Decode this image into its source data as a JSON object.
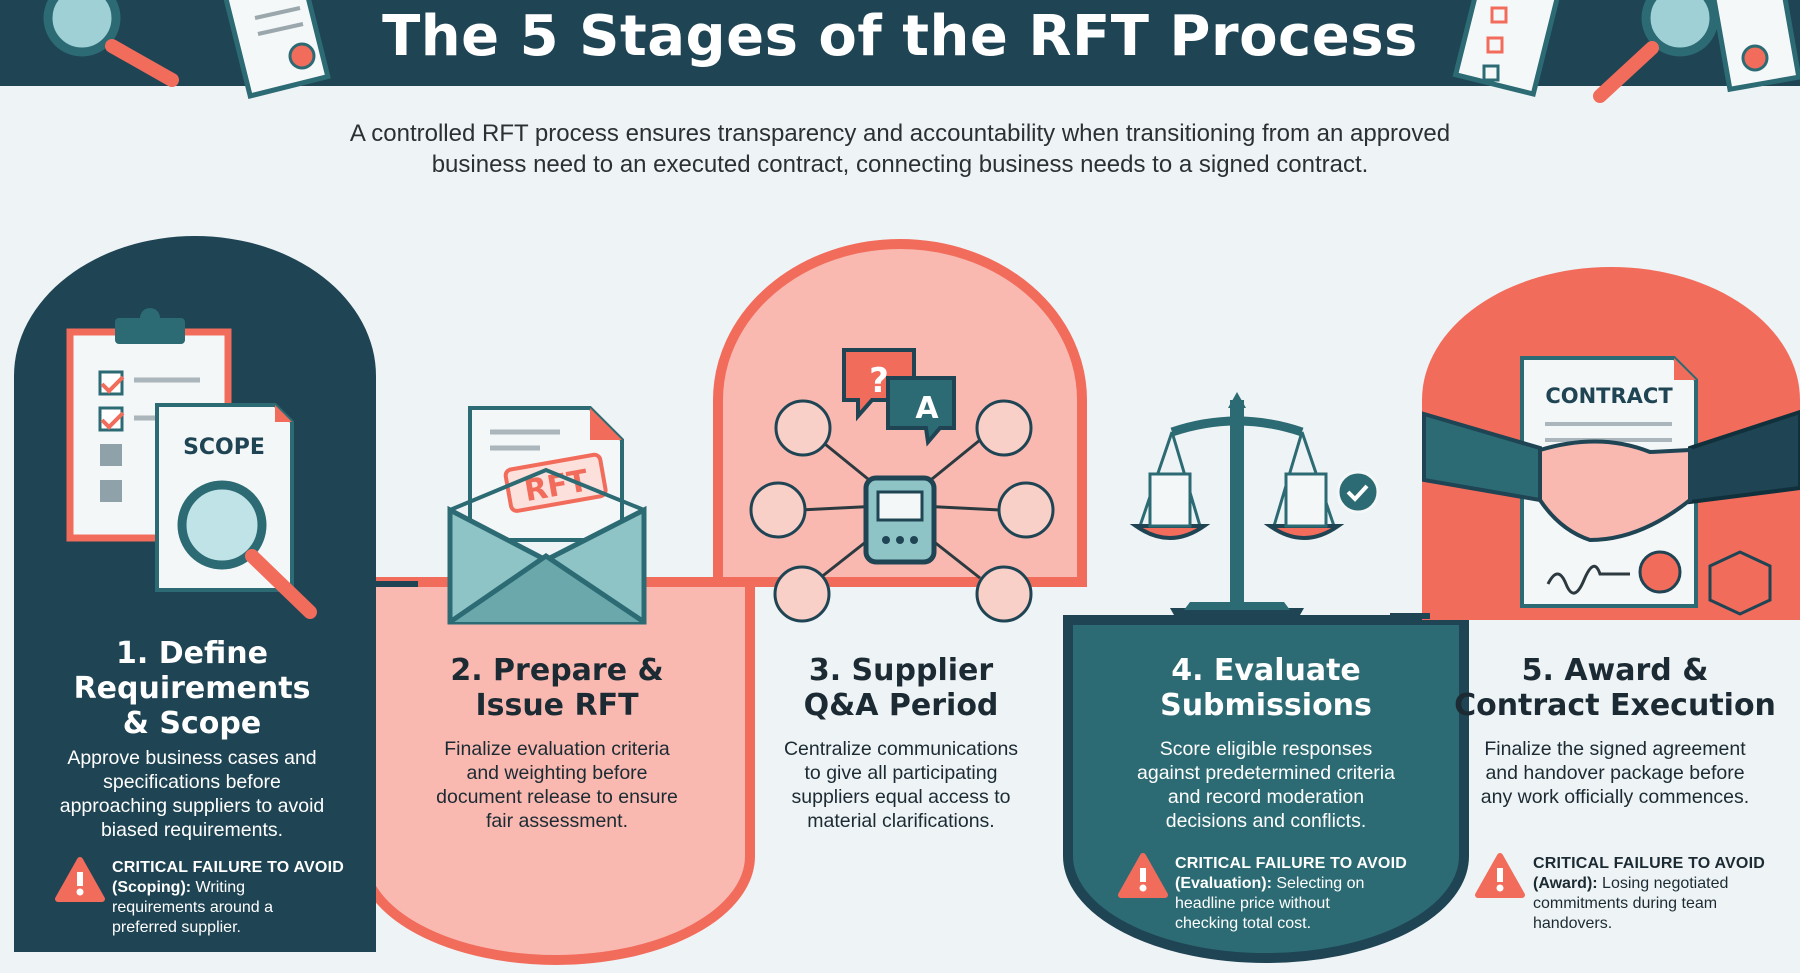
{
  "title": "The 5 Stages of the RFT Process",
  "subtitle": "A controlled RFT process ensures transparency and accountability when transitioning from an approved business need to an executed contract, connecting business needs to a signed contract.",
  "colors": {
    "navy": "#1f4454",
    "coral": "#f26c5c",
    "pink": "#f9b9b1",
    "teal": "#2c6b73",
    "background": "#eef3f5"
  },
  "stages": [
    {
      "number": "1.",
      "title_lines": [
        "1. Define",
        "Requirements",
        "& Scope"
      ],
      "description_lines": [
        "Approve business cases and",
        "specifications before",
        "approaching suppliers to avoid",
        "biased requirements."
      ],
      "failure_label": "CRITICAL FAILURE TO AVOID",
      "failure_paren": "(Scoping):",
      "failure_text_lines": [
        "Writing",
        "requirements around a",
        "preferred supplier."
      ],
      "icon_label": "SCOPE"
    },
    {
      "number": "2.",
      "title_lines": [
        "2. Prepare &",
        "Issue RFT"
      ],
      "description_lines": [
        "Finalize evaluation criteria",
        "and weighting before",
        "document release to ensure",
        "fair assessment."
      ],
      "icon_label": "RFT"
    },
    {
      "number": "3.",
      "title_lines": [
        "3. Supplier",
        "Q&A Period"
      ],
      "description_lines": [
        "Centralize communications",
        "to give all participating",
        "suppliers equal access to",
        "material clarifications."
      ],
      "icon_labels": [
        "?",
        "A"
      ]
    },
    {
      "number": "4.",
      "title_lines": [
        "4. Evaluate",
        "Submissions"
      ],
      "description_lines": [
        "Score eligible responses",
        "against predetermined criteria",
        "and record moderation",
        "decisions and conflicts."
      ],
      "failure_label": "CRITICAL FAILURE TO AVOID",
      "failure_paren": "(Evaluation):",
      "failure_text_lines": [
        "Selecting on",
        "headline price without",
        "checking total cost."
      ]
    },
    {
      "number": "5.",
      "title_lines": [
        "5. Award &",
        "Contract Execution"
      ],
      "description_lines": [
        "Finalize the signed agreement",
        "and handover package before",
        "any work officially commences."
      ],
      "failure_label": "CRITICAL FAILURE TO AVOID",
      "failure_paren": "(Award):",
      "failure_text_lines": [
        "Losing negotiated",
        "commitments during team",
        "handovers."
      ],
      "icon_label": "CONTRACT"
    }
  ]
}
